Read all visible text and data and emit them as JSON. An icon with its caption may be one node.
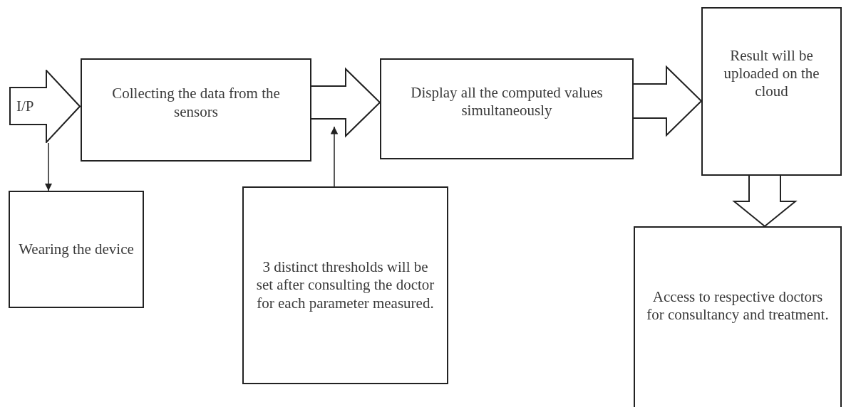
{
  "diagram": {
    "nodes": [
      {
        "text": [
          "I/P"
        ]
      },
      {
        "text": [
          "Collecting the data from the sensors"
        ]
      },
      {
        "text": [
          "Wearing the device"
        ]
      },
      {
        "text": [
          "Display all the computed values simultaneously"
        ]
      },
      {
        "text": [
          "3 distinct thresholds will be set after consulting the doctor for each parameter measured."
        ]
      },
      {
        "text": [
          "Result will be uploaded on the cloud"
        ]
      },
      {
        "text": [
          "Access to respective doctors for consultancy and treatment."
        ]
      }
    ],
    "edges": [
      {
        "from": 0,
        "to": 2,
        "arrow": "to"
      },
      {
        "from": 1,
        "to": 3,
        "arrow": "to",
        "style": "thick"
      },
      {
        "from": 4,
        "to": null,
        "arrow": "to"
      },
      {
        "from": 3,
        "to": 5,
        "arrow": "to",
        "style": "thick"
      },
      {
        "from": 5,
        "to": 6,
        "arrow": "to",
        "style": "thick"
      }
    ]
  }
}
